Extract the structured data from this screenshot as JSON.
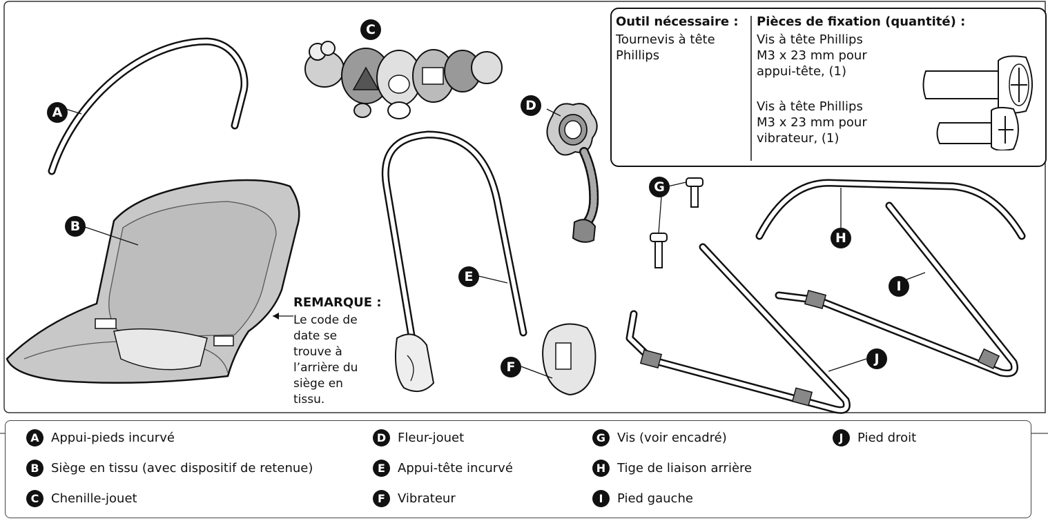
{
  "parts": {
    "A": {
      "letter": "A"
    },
    "B": {
      "letter": "B"
    },
    "C": {
      "letter": "C"
    },
    "D": {
      "letter": "D"
    },
    "E": {
      "letter": "E"
    },
    "F": {
      "letter": "F"
    },
    "G": {
      "letter": "G"
    },
    "H": {
      "letter": "H"
    },
    "I": {
      "letter": "I"
    },
    "J": {
      "letter": "J"
    }
  },
  "note": {
    "title": "REMARQUE :",
    "lines": [
      "Le code de",
      "date se",
      "trouve à",
      "l’arrière du",
      "siège en tissu."
    ]
  },
  "box": {
    "tool_heading": "Outil nécessaire :",
    "tool_lines": [
      "Tournevis à tête",
      "Phillips"
    ],
    "parts_heading": "Pièces de fixation (quantité) :",
    "screw1_lines": [
      "Vis à tête Phillips",
      "M3 x 23 mm pour",
      "appui-tête, (1)"
    ],
    "screw2_lines": [
      "Vis à tête Phillips",
      "M3 x 23 mm pour",
      "vibrateur, (1)"
    ]
  },
  "legend": [
    {
      "letter": "A",
      "label": "Appui-pieds incurvé"
    },
    {
      "letter": "B",
      "label": "Siège en tissu (avec dispositif de retenue)"
    },
    {
      "letter": "C",
      "label": "Chenille-jouet"
    },
    {
      "letter": "D",
      "label": "Fleur-jouet"
    },
    {
      "letter": "E",
      "label": "Appui-tête incurvé"
    },
    {
      "letter": "F",
      "label": "Vibrateur"
    },
    {
      "letter": "G",
      "label": "Vis (voir encadré)"
    },
    {
      "letter": "H",
      "label": "Tige de liaison arrière"
    },
    {
      "letter": "I",
      "label": "Pied gauche"
    },
    {
      "letter": "J",
      "label": "Pied droit"
    }
  ]
}
